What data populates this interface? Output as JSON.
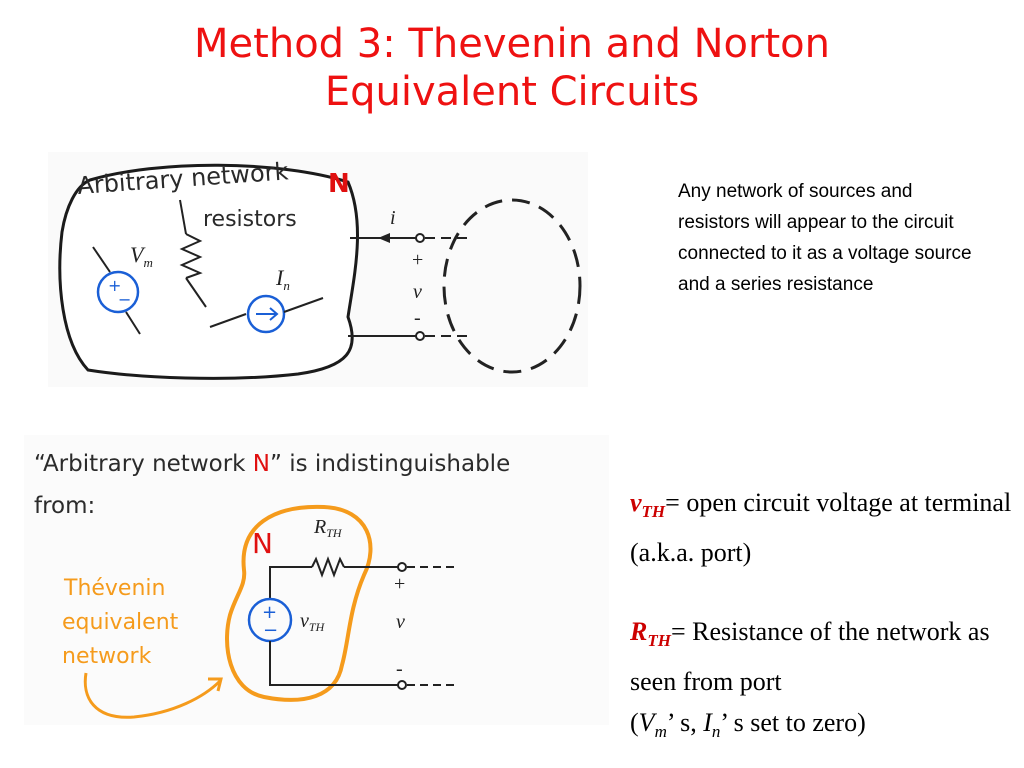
{
  "slide": {
    "title_line1": "Method 3: Thevenin and Norton",
    "title_line2": "Equivalent Circuits"
  },
  "figure_top": {
    "network_label": "Arbitrary network",
    "network_letter": "N",
    "resistors_label": "resistors",
    "voltage_source_symbol": "V",
    "voltage_source_sub": "m",
    "current_source_symbol": "I",
    "current_source_sub": "n",
    "current_label": "i",
    "port_plus": "+",
    "port_voltage": "v",
    "port_minus": "-"
  },
  "description": "Any network of sources and resistors will appear to the circuit connected to it as a voltage source and a series resistance",
  "figure_bottom": {
    "heading_part1": "“Arbitrary network ",
    "heading_letter": "N",
    "heading_part2": "” is indistinguishable",
    "heading_line2": "from:",
    "n_label": "N",
    "resistor_symbol": "R",
    "resistor_sub": "TH",
    "source_symbol": "v",
    "source_sub": "TH",
    "port_plus": "+",
    "port_voltage": "v",
    "port_minus": "-",
    "equiv_line1": "Thévenin",
    "equiv_line2": "equivalent",
    "equiv_line3": "network",
    "accent_orange": "#f59b1c",
    "accent_blue": "#1a5fd6"
  },
  "definitions": {
    "vth_symbol": "v",
    "vth_sub": "TH",
    "vth_text": "= open circuit voltage at terminal (a.k.a. port)",
    "rth_symbol": "R",
    "rth_sub": "TH",
    "rth_text": "= Resistance of the network as seen from port",
    "zero_open": "(",
    "vm_symbol": "V",
    "vm_sub": "m",
    "sep": "’ s, ",
    "in_symbol": "I",
    "in_sub": "n",
    "zero_close": "’ s set to zero)"
  }
}
